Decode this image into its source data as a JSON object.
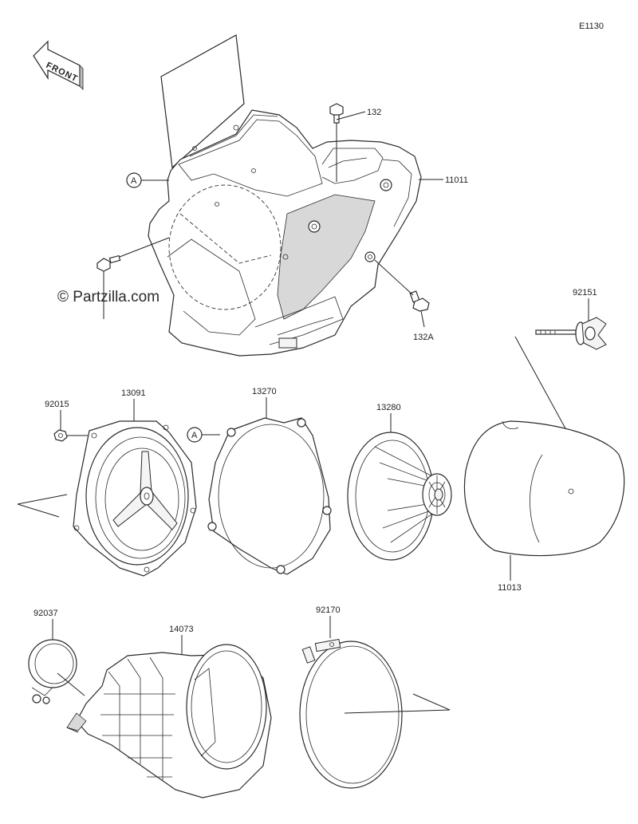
{
  "diagram_code": "E1130",
  "front_label": "FRONT",
  "watermark": "© Partzilla.com",
  "ref_marker": "A",
  "parts": {
    "p132": "132",
    "p11011": "11011",
    "p132a": "132A",
    "p92151": "92151",
    "p92015": "92015",
    "p13091": "13091",
    "p13270": "13270",
    "p13280": "13280",
    "p11013": "11013",
    "p92037": "92037",
    "p14073": "14073",
    "p92170": "92170"
  }
}
